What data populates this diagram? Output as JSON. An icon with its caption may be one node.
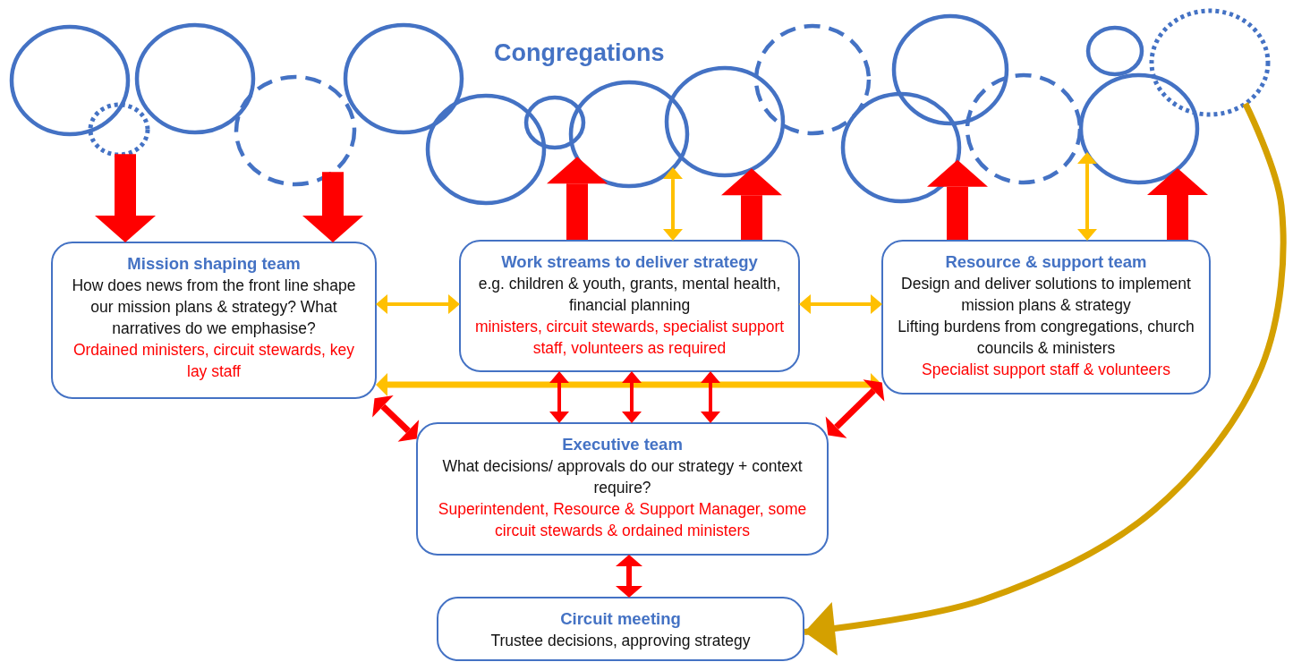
{
  "diagram": {
    "title": "Congregations",
    "nodes": [
      {
        "text": [],
        "shape": "circle"
      },
      {
        "text": [],
        "shape": "circle"
      },
      {
        "text": [],
        "shape": "circle"
      },
      {
        "text": [],
        "shape": "circle"
      },
      {
        "text": [],
        "shape": "circle"
      },
      {
        "text": [],
        "shape": "circle"
      },
      {
        "text": [],
        "shape": "circle"
      },
      {
        "text": [],
        "shape": "circle"
      },
      {
        "text": [],
        "shape": "circle"
      },
      {
        "text": [],
        "shape": "circle"
      },
      {
        "text": [],
        "shape": "circle"
      },
      {
        "text": [],
        "shape": "circle"
      },
      {
        "text": [],
        "shape": "circle"
      },
      {
        "text": [],
        "shape": "circle"
      },
      {
        "text": [],
        "shape": "circle"
      },
      {
        "text": [],
        "shape": "circle"
      },
      {
        "text": [
          "Mission shaping team",
          "How does news from the front line shape our mission plans & strategy? What narratives do we emphasise?",
          "Ordained ministers, circuit stewards, key lay staff"
        ]
      },
      {
        "text": [
          "Work streams to deliver strategy",
          "e.g. children & youth, grants, mental health, financial planning",
          "ministers, circuit stewards, specialist support staff, volunteers as required"
        ]
      },
      {
        "text": [
          "Resource & support team",
          "Design and deliver solutions to implement mission plans & strategy",
          "Lifting burdens from congregations, church councils & ministers",
          "Specialist support staff & volunteers"
        ]
      },
      {
        "text": [
          "Executive team",
          "What decisions/ approvals do our strategy + context require?",
          "Superintendent, Resource & Support Manager, some circuit stewards & ordained ministers"
        ]
      },
      {
        "text": [
          "Circuit meeting",
          "Trustee decisions, approving strategy"
        ]
      }
    ],
    "edges": [
      {
        "from": 2,
        "to": 16,
        "arrow": "to",
        "style": "thick"
      },
      {
        "from": 3,
        "to": 16,
        "arrow": "to",
        "style": "thick"
      },
      {
        "from": 17,
        "to": 7,
        "arrow": "to",
        "style": "thick"
      },
      {
        "from": 17,
        "to": 7,
        "arrow": "both",
        "color": "#ffc000"
      },
      {
        "from": 17,
        "to": 8,
        "arrow": "to",
        "style": "thick"
      },
      {
        "from": 18,
        "to": 10,
        "arrow": "to",
        "style": "thick"
      },
      {
        "from": 18,
        "to": 14,
        "arrow": "both",
        "color": "#ffc000"
      },
      {
        "from": 18,
        "to": 14,
        "arrow": "to",
        "style": "thick"
      },
      {
        "from": 16,
        "to": 17,
        "arrow": "both",
        "color": "#ffc000"
      },
      {
        "from": 17,
        "to": 18,
        "arrow": "both",
        "color": "#ffc000"
      },
      {
        "from": 16,
        "to": 18,
        "arrow": "both",
        "color": "#ffc000"
      },
      {
        "from": 17,
        "to": 19,
        "arrow": "both"
      },
      {
        "from": 17,
        "to": 19,
        "arrow": "both"
      },
      {
        "from": 17,
        "to": 19,
        "arrow": "both"
      },
      {
        "from": 16,
        "to": 19,
        "arrow": "both"
      },
      {
        "from": 18,
        "to": 19,
        "arrow": "both"
      },
      {
        "from": 19,
        "to": 20,
        "arrow": "both"
      },
      {
        "from": 15,
        "to": 20,
        "arrow": "to",
        "color": "#d4a000"
      }
    ]
  }
}
